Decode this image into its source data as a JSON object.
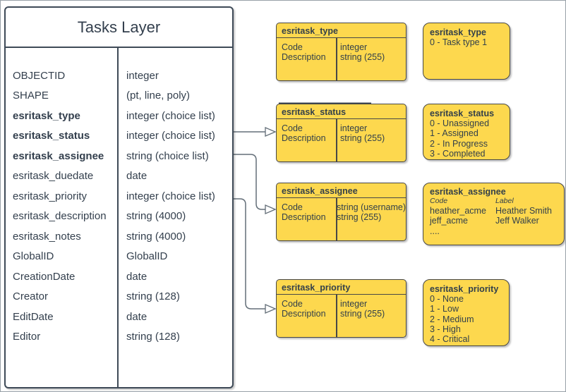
{
  "main_table": {
    "title": "Tasks Layer",
    "fields": [
      {
        "name": "OBJECTID",
        "type": "integer",
        "bold": false
      },
      {
        "name": "SHAPE",
        "type": "(pt, line, poly)",
        "bold": false
      },
      {
        "name": "esritask_type",
        "type": "integer (choice list)",
        "bold": true
      },
      {
        "name": "esritask_status",
        "type": "integer (choice list)",
        "bold": true
      },
      {
        "name": "esritask_assignee",
        "type": "string (choice list)",
        "bold": true
      },
      {
        "name": "esritask_duedate",
        "type": "date",
        "bold": false
      },
      {
        "name": "esritask_priority",
        "type": "integer (choice list)",
        "bold": false
      },
      {
        "name": "esritask_description",
        "type": "string (4000)",
        "bold": false
      },
      {
        "name": "esritask_notes",
        "type": "string (4000)",
        "bold": false
      },
      {
        "name": "GlobalID",
        "type": "GlobalID",
        "bold": false
      },
      {
        "name": "CreationDate",
        "type": "date",
        "bold": false
      },
      {
        "name": "Creator",
        "type": "string (128)",
        "bold": false
      },
      {
        "name": "EditDate",
        "type": "date",
        "bold": false
      },
      {
        "name": "Editor",
        "type": "string (128)",
        "bold": false
      }
    ]
  },
  "domain_tables": [
    {
      "title": "esritask_type",
      "col1": [
        "Code",
        "Description"
      ],
      "col2": [
        "integer",
        "string (255)"
      ]
    },
    {
      "title": "esritask_status",
      "col1": [
        "Code",
        "Description"
      ],
      "col2": [
        "integer",
        "string (255)"
      ]
    },
    {
      "title": "esritask_assignee",
      "col1": [
        "Code",
        "Description"
      ],
      "col2": [
        "string (username)",
        "string (255)"
      ]
    },
    {
      "title": "esritask_priority",
      "col1": [
        "Code",
        "Description"
      ],
      "col2": [
        "integer",
        "string (255)"
      ]
    }
  ],
  "value_boxes": {
    "type": {
      "title": "esritask_type",
      "values": [
        "0 - Task type 1"
      ]
    },
    "status": {
      "title": "esritask_status",
      "values": [
        "0 - Unassigned",
        "1 - Assigned",
        "2 - In Progress",
        "3 - Completed"
      ]
    },
    "assignee": {
      "title": "esritask_assignee",
      "col_headers": [
        "Code",
        "Label"
      ],
      "rows": [
        {
          "code": "heather_acme",
          "label": "Heather Smith"
        },
        {
          "code": "jeff_acme",
          "label": "Jeff Walker"
        }
      ],
      "more": "...."
    },
    "priority": {
      "title": "esritask_priority",
      "values": [
        "0 - None",
        "1 - Low",
        "2 - Medium",
        "3 - High",
        "4 - Critical"
      ]
    }
  },
  "colors": {
    "box_fill": "#FDD84E",
    "box_border": "#474747",
    "table_border": "#3E4A57",
    "text": "#33404D",
    "connector": "#636E78",
    "page_border": "#98A0A8"
  }
}
